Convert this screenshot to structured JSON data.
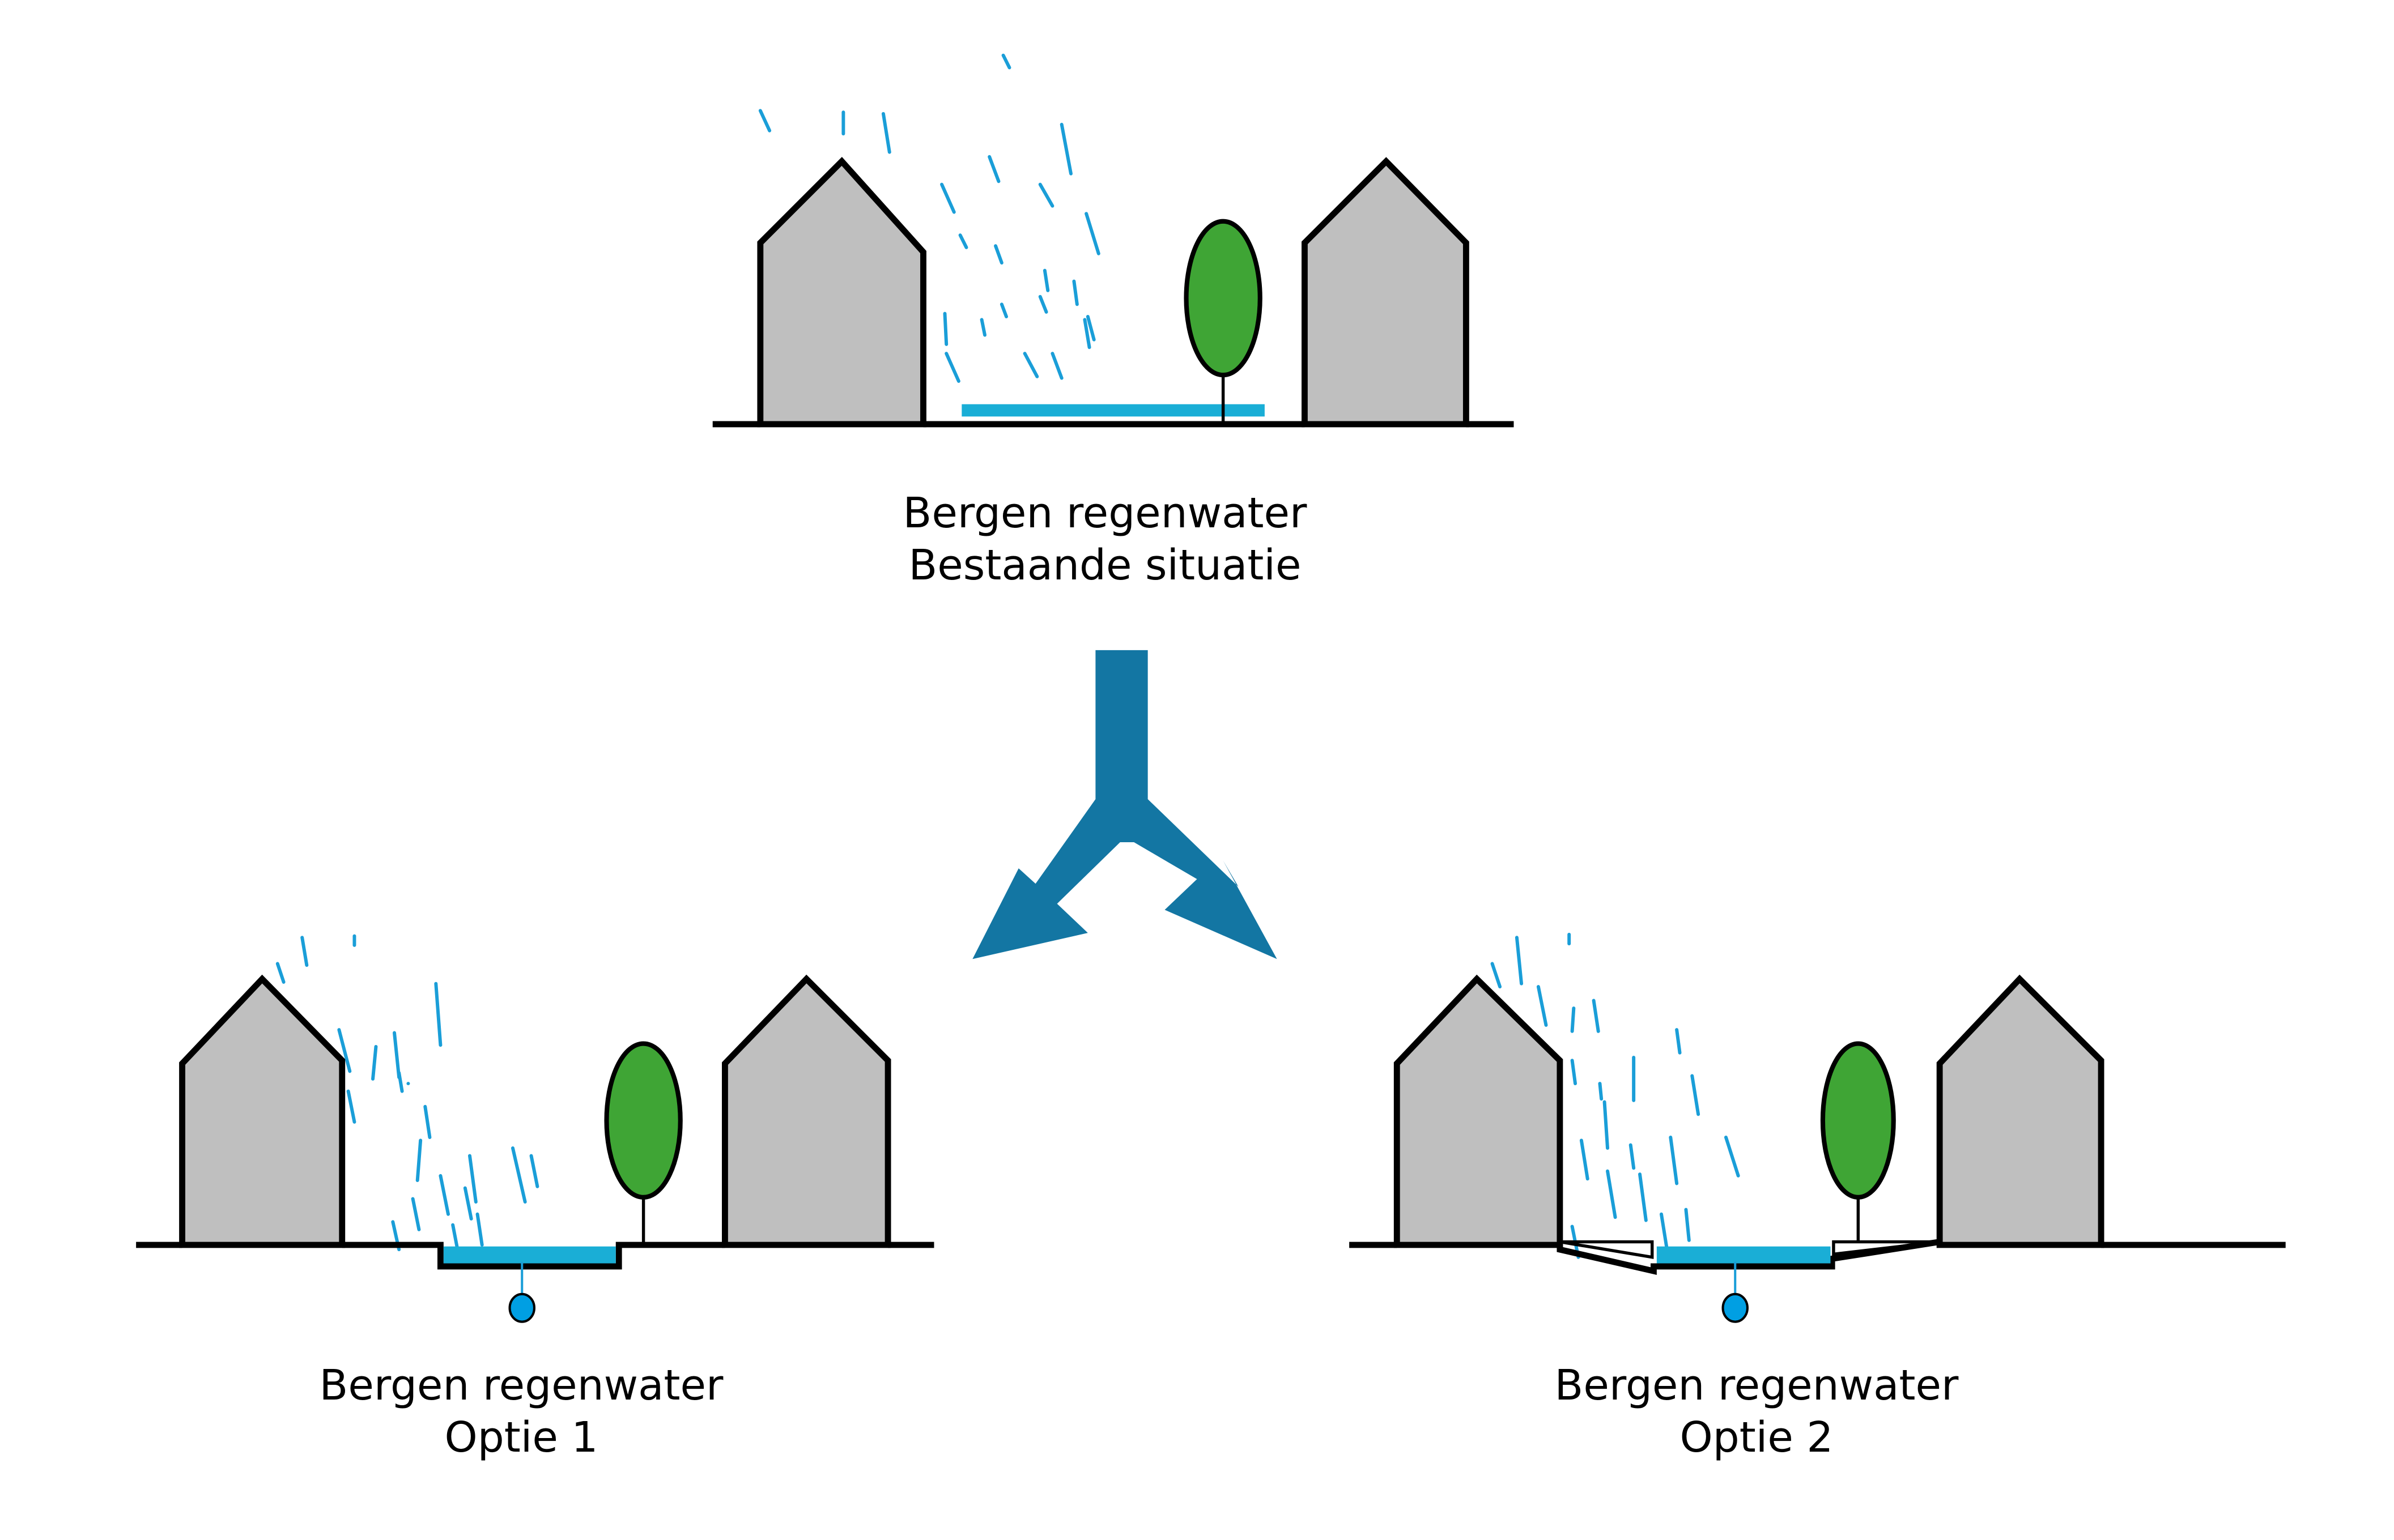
{
  "colors": {
    "house_fill": "#bfbfbf",
    "outline": "#000000",
    "tree_fill": "#3fa535",
    "water": "#1aaed6",
    "rain": "#1a9ed8",
    "drain": "#009fe3",
    "arrow": "#1376a3",
    "background": "#ffffff"
  },
  "scenes": [
    {
      "id": "bestaande-situatie",
      "title": "Bergen regenwater",
      "subtitle": "Bestaande situatie"
    },
    {
      "id": "optie-1",
      "title": "Bergen regenwater",
      "subtitle": "Optie 1"
    },
    {
      "id": "optie-2",
      "title": "Bergen regenwater",
      "subtitle": "Optie 2"
    }
  ],
  "arrow": {
    "icon": "split-arrow-icon",
    "direction": "down-left and down-right"
  }
}
